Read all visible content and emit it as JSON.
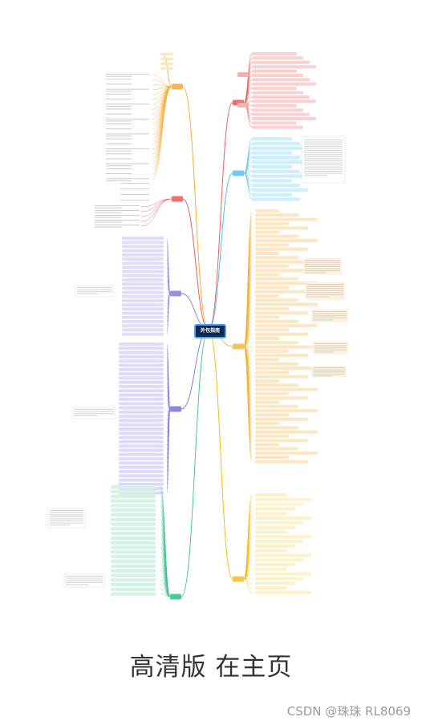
{
  "center": {
    "label": "外包指南"
  },
  "caption": "高清版 在主页",
  "watermark": "CSDN @珠珠 RL8069",
  "colors": {
    "orange": "#f5a623",
    "red": "#e94f4f",
    "blue": "#3fb7e6",
    "gold": "#f0b030",
    "lavender": "#8a7fd6",
    "purple": "#7b6fe0",
    "green": "#35c08a",
    "teal": "#2fb59a",
    "amber": "#f4b400"
  }
}
